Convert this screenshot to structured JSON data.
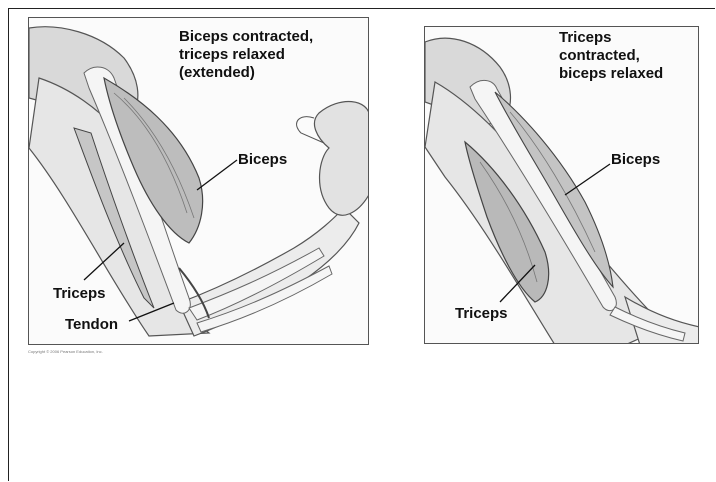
{
  "left_panel": {
    "caption_lines": [
      "Biceps contracted,",
      "triceps relaxed",
      "(extended)"
    ],
    "labels": {
      "biceps": "Biceps",
      "triceps": "Triceps",
      "tendon": "Tendon"
    }
  },
  "right_panel": {
    "caption_lines": [
      "Triceps",
      "contracted,",
      "biceps relaxed"
    ],
    "labels": {
      "biceps": "Biceps",
      "triceps": "Triceps"
    }
  },
  "copyright": "Copyright © 2006 Pearson Education, Inc."
}
